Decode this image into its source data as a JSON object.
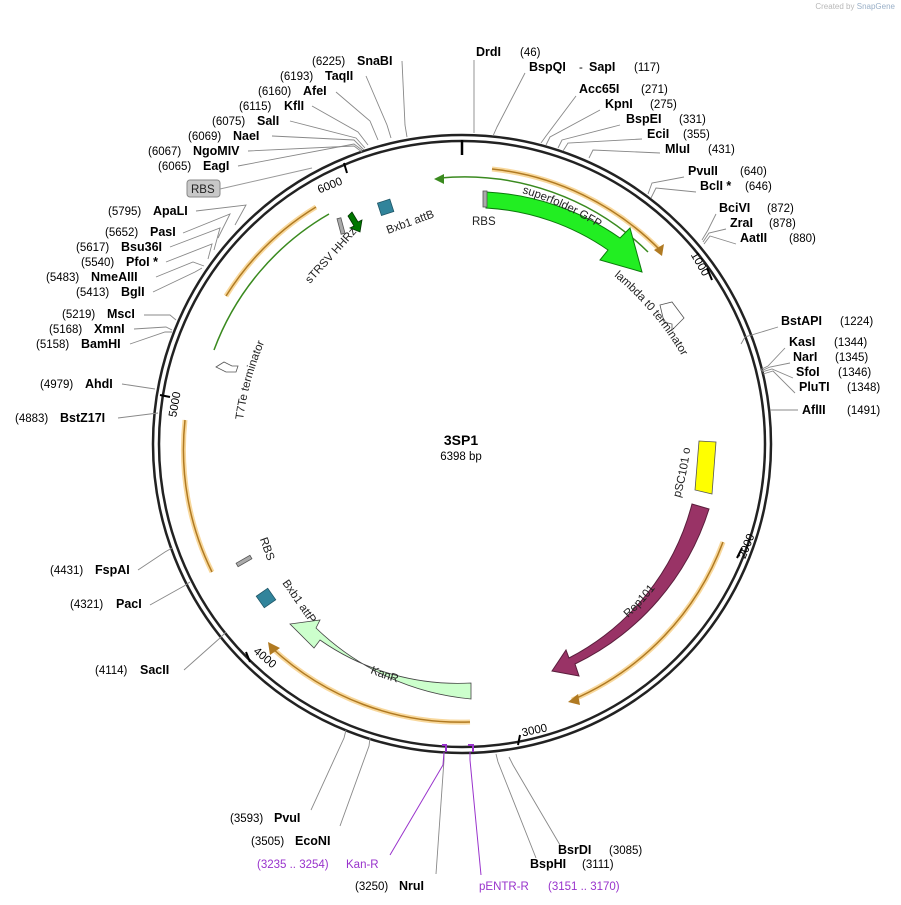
{
  "credit": {
    "prefix": "Created by",
    "brand": "SnapGene"
  },
  "plasmid": {
    "name": "3SP1",
    "length_label": "6398 bp",
    "length": 6398
  },
  "ticks": [
    "1000",
    "2000",
    "3000",
    "4000",
    "5000",
    "6000"
  ],
  "sites": [
    {
      "name": "DrdI",
      "pos": "(46)"
    },
    {
      "name": "BspQI",
      "name2": "SapI",
      "pos": "(117)"
    },
    {
      "name": "Acc65I",
      "pos": "(271)"
    },
    {
      "name": "KpnI",
      "pos": "(275)"
    },
    {
      "name": "BspEI",
      "pos": "(331)"
    },
    {
      "name": "EciI",
      "pos": "(355)"
    },
    {
      "name": "MluI",
      "pos": "(431)"
    },
    {
      "name": "PvuII",
      "pos": "(640)"
    },
    {
      "name": "BclI *",
      "pos": "(646)"
    },
    {
      "name": "BciVI",
      "pos": "(872)"
    },
    {
      "name": "ZraI",
      "pos": "(878)"
    },
    {
      "name": "AatII",
      "pos": "(880)"
    },
    {
      "name": "BstAPI",
      "pos": "(1224)"
    },
    {
      "name": "KasI",
      "pos": "(1344)"
    },
    {
      "name": "NarI",
      "pos": "(1345)"
    },
    {
      "name": "SfoI",
      "pos": "(1346)"
    },
    {
      "name": "PluTI",
      "pos": "(1348)"
    },
    {
      "name": "AflII",
      "pos": "(1491)"
    },
    {
      "name": "BsrDI",
      "pos": "(3085)"
    },
    {
      "name": "BspHI",
      "pos": "(3111)"
    },
    {
      "name": "NruI",
      "pos": "(3250)"
    },
    {
      "name": "EcoNI",
      "pos": "(3505)"
    },
    {
      "name": "PvuI",
      "pos": "(3593)"
    },
    {
      "name": "SacII",
      "pos": "(4114)"
    },
    {
      "name": "PacI",
      "pos": "(4321)"
    },
    {
      "name": "FspAI",
      "pos": "(4431)"
    },
    {
      "name": "BstZ17I",
      "pos": "(4883)"
    },
    {
      "name": "AhdI",
      "pos": "(4979)"
    },
    {
      "name": "BamHI",
      "pos": "(5158)"
    },
    {
      "name": "XmnI",
      "pos": "(5168)"
    },
    {
      "name": "MscI",
      "pos": "(5219)"
    },
    {
      "name": "BglI",
      "pos": "(5413)"
    },
    {
      "name": "NmeAIII",
      "pos": "(5483)"
    },
    {
      "name": "PfoI *",
      "pos": "(5540)"
    },
    {
      "name": "Bsu36I",
      "pos": "(5617)"
    },
    {
      "name": "PasI",
      "pos": "(5652)"
    },
    {
      "name": "ApaLI",
      "pos": "(5795)"
    },
    {
      "name": "EagI",
      "pos": "(6065)"
    },
    {
      "name": "NgoMIV",
      "pos": "(6067)"
    },
    {
      "name": "NaeI",
      "pos": "(6069)"
    },
    {
      "name": "SalI",
      "pos": "(6075)"
    },
    {
      "name": "KflI",
      "pos": "(6115)"
    },
    {
      "name": "AfeI",
      "pos": "(6160)"
    },
    {
      "name": "TaqII",
      "pos": "(6193)"
    },
    {
      "name": "SnaBI",
      "pos": "(6225)"
    }
  ],
  "primers": [
    {
      "name": "Kan-R",
      "pos": "(3235 .. 3254)"
    },
    {
      "name": "pENTR-R",
      "pos": "(3151 .. 3170)"
    }
  ],
  "features": {
    "superfolder_gfp": "superfolder GFP",
    "rbs_top": "RBS",
    "bxb1_attb": "Bxb1 attB",
    "strsv_hhrz": "sTRSV HHRz",
    "rbs_box": "RBS",
    "lambda_t0": "lambda t0 terminator",
    "psc101_ori": "pSC101 ori",
    "rep101": "Rep101",
    "kanr": "KanR",
    "bxb1_attp": "Bxb1 attP",
    "rbs_left": "RBS",
    "t7te": "T7Te terminator"
  },
  "colors": {
    "gfp": "#22ee22",
    "rep101": "#993366",
    "kanr": "#ccffcc",
    "ori": "#ffff00",
    "attb": "#31849b",
    "hhrz": "#007700",
    "primer": "#9933cc",
    "orf": "#f3b84a"
  }
}
